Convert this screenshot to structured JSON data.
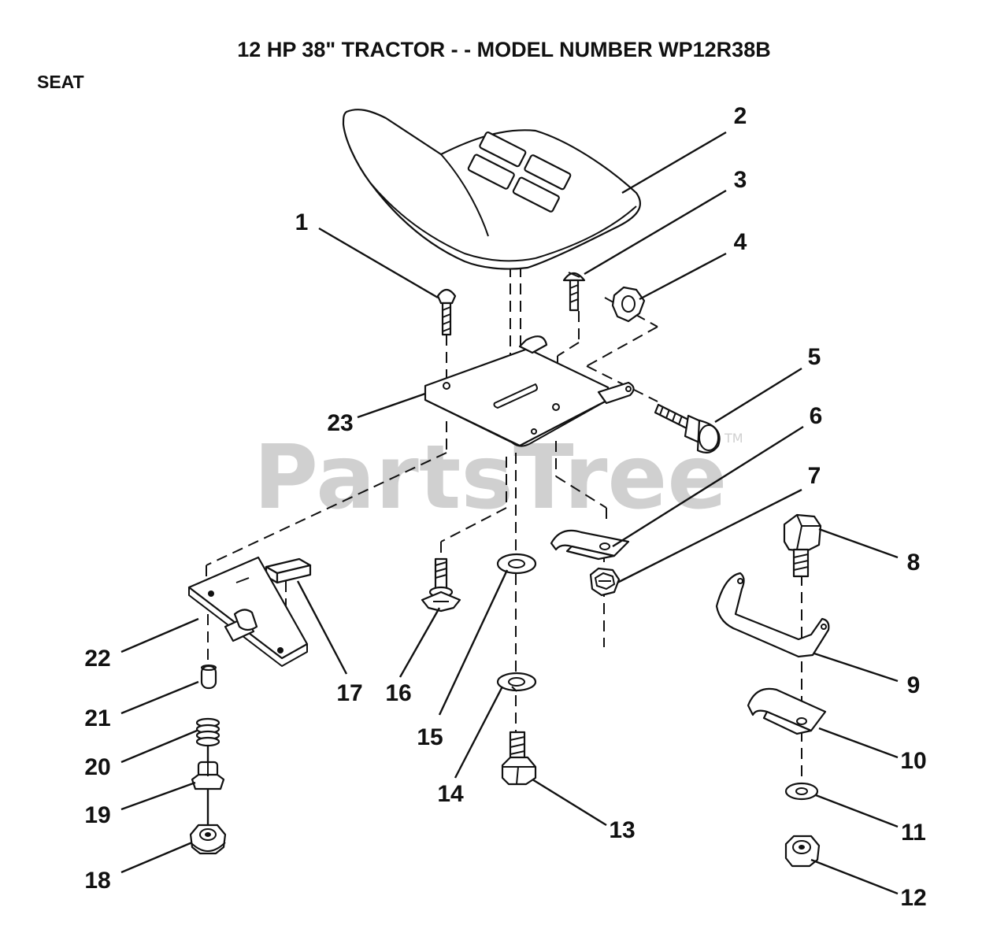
{
  "header": {
    "title": "12 HP 38\" TRACTOR - - MODEL NUMBER WP12R38B",
    "section": "SEAT"
  },
  "watermark": {
    "text": "PartsTree",
    "trademark": "TM",
    "color": "#d0d0d0"
  },
  "callouts": [
    {
      "id": "1",
      "label": "1"
    },
    {
      "id": "2",
      "label": "2"
    },
    {
      "id": "3",
      "label": "3"
    },
    {
      "id": "4",
      "label": "4"
    },
    {
      "id": "5",
      "label": "5"
    },
    {
      "id": "6",
      "label": "6"
    },
    {
      "id": "7",
      "label": "7"
    },
    {
      "id": "8",
      "label": "8"
    },
    {
      "id": "9",
      "label": "9"
    },
    {
      "id": "10",
      "label": "10"
    },
    {
      "id": "11",
      "label": "11"
    },
    {
      "id": "12",
      "label": "12"
    },
    {
      "id": "13",
      "label": "13"
    },
    {
      "id": "14",
      "label": "14"
    },
    {
      "id": "15",
      "label": "15"
    },
    {
      "id": "16",
      "label": "16"
    },
    {
      "id": "17",
      "label": "17"
    },
    {
      "id": "18",
      "label": "18"
    },
    {
      "id": "19",
      "label": "19"
    },
    {
      "id": "20",
      "label": "20"
    },
    {
      "id": "21",
      "label": "21"
    },
    {
      "id": "22",
      "label": "22"
    },
    {
      "id": "23",
      "label": "23"
    }
  ]
}
